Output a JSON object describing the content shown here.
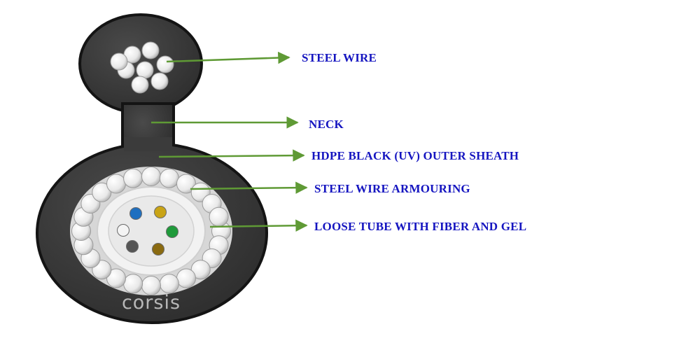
{
  "labels": {
    "steel_wire": "STEEL WIRE",
    "neck": "NECK",
    "outer_sheath": "HDPE BLACK (UV) OUTER SHEATH",
    "armouring": "STEEL WIRE ARMOURING",
    "loose_tube": "LOOSE TUBE WITH FIBER AND GEL"
  },
  "watermark": "corsis",
  "colors": {
    "label_text": "#1515c0",
    "arrow": "#5f9a35",
    "sheath": "#3b3b3b",
    "sheath_edge": "#141414",
    "wire_fill": "#f1f1f1",
    "inner_fill": "#eeeeee",
    "watermark": "#b8b8b8",
    "fiber_colors": [
      "#1e6fc0",
      "#c9a416",
      "#1f9a3a",
      "#8a6a10",
      "#555555",
      "#f4f4f4"
    ]
  }
}
